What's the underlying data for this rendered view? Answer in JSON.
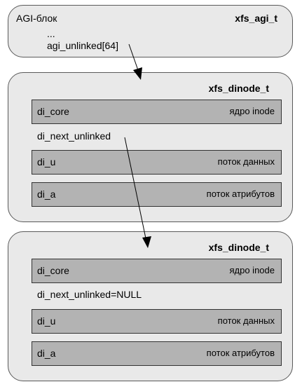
{
  "agi": {
    "title": "AGI-блок",
    "struct": "xfs_agi_t",
    "ellipsis": "...",
    "field": "agi_unlinked[64]"
  },
  "inode1": {
    "struct": "xfs_dinode_t",
    "core": {
      "name": "di_core",
      "desc": "ядро inode"
    },
    "next": "di_next_unlinked",
    "u": {
      "name": "di_u",
      "desc": "поток данных"
    },
    "a": {
      "name": "di_a",
      "desc": "поток атрибутов"
    }
  },
  "inode2": {
    "struct": "xfs_dinode_t",
    "core": {
      "name": "di_core",
      "desc": "ядро inode"
    },
    "next": "di_next_unlinked=NULL",
    "u": {
      "name": "di_u",
      "desc": "поток данных"
    },
    "a": {
      "name": "di_a",
      "desc": "поток атрибутов"
    }
  }
}
